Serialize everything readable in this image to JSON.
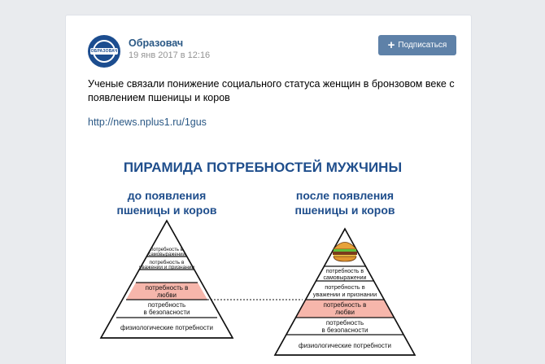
{
  "post": {
    "author": "Образовач",
    "avatar_text": "ОБРАЗОВАЧ",
    "date": "19 янв 2017 в 12:16",
    "subscribe_label": "Подписаться",
    "subscribe_icon": "plus-icon",
    "text": "Ученые связали понижение социального статуса женщин в бронзовом веке с появлением пшеницы и коров",
    "link": "http://news.nplus1.ru/1gus"
  },
  "infographic": {
    "title": "ПИРАМИДА ПОТРЕБНОСТЕЙ МУЖЧИНЫ",
    "left": {
      "heading_line1": "до появления",
      "heading_line2": "пшеницы и коров",
      "levels": {
        "self_actualization_1": "потребность в",
        "self_actualization_2": "самовыражении",
        "esteem_1": "потребность в",
        "esteem_2": "уважении и признании",
        "love_1": "потребность в",
        "love_2": "любви",
        "safety_1": "потребность",
        "safety_2": "в безопасности",
        "physiological": "физиологические потребности"
      }
    },
    "right": {
      "heading_line1": "после появления",
      "heading_line2": "пшеницы и коров",
      "top_icon": "burger-icon",
      "levels": {
        "self_actualization_1": "потребность в",
        "self_actualization_2": "самовыражении",
        "esteem_1": "потребность в",
        "esteem_2": "уважении и признании",
        "love_1": "потребность в",
        "love_2": "любви",
        "safety_1": "потребность",
        "safety_2": "в безопасности",
        "physiological": "физиологические потребности"
      }
    },
    "colors": {
      "title": "#1f4e8c",
      "heading": "#1f4e8c",
      "love_fill": "#f6b6ab",
      "outline": "#111111"
    }
  }
}
